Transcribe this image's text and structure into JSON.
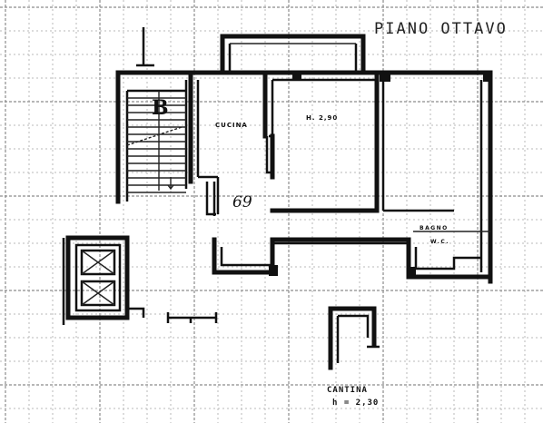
{
  "title": "PIANO OTTAVO",
  "labels": {
    "stair_block": "B",
    "kitchen": "CUCINA",
    "room_height": "H. 2,90",
    "unit_number": "69",
    "bathroom_line1": "BAGNO",
    "bathroom_line2": "W.C.",
    "cellar_name": "CANTINA",
    "cellar_height": "h = 2,30"
  },
  "colors": {
    "ink": "#111111",
    "grid": "#b9b9b9",
    "paper": "#ffffff"
  }
}
